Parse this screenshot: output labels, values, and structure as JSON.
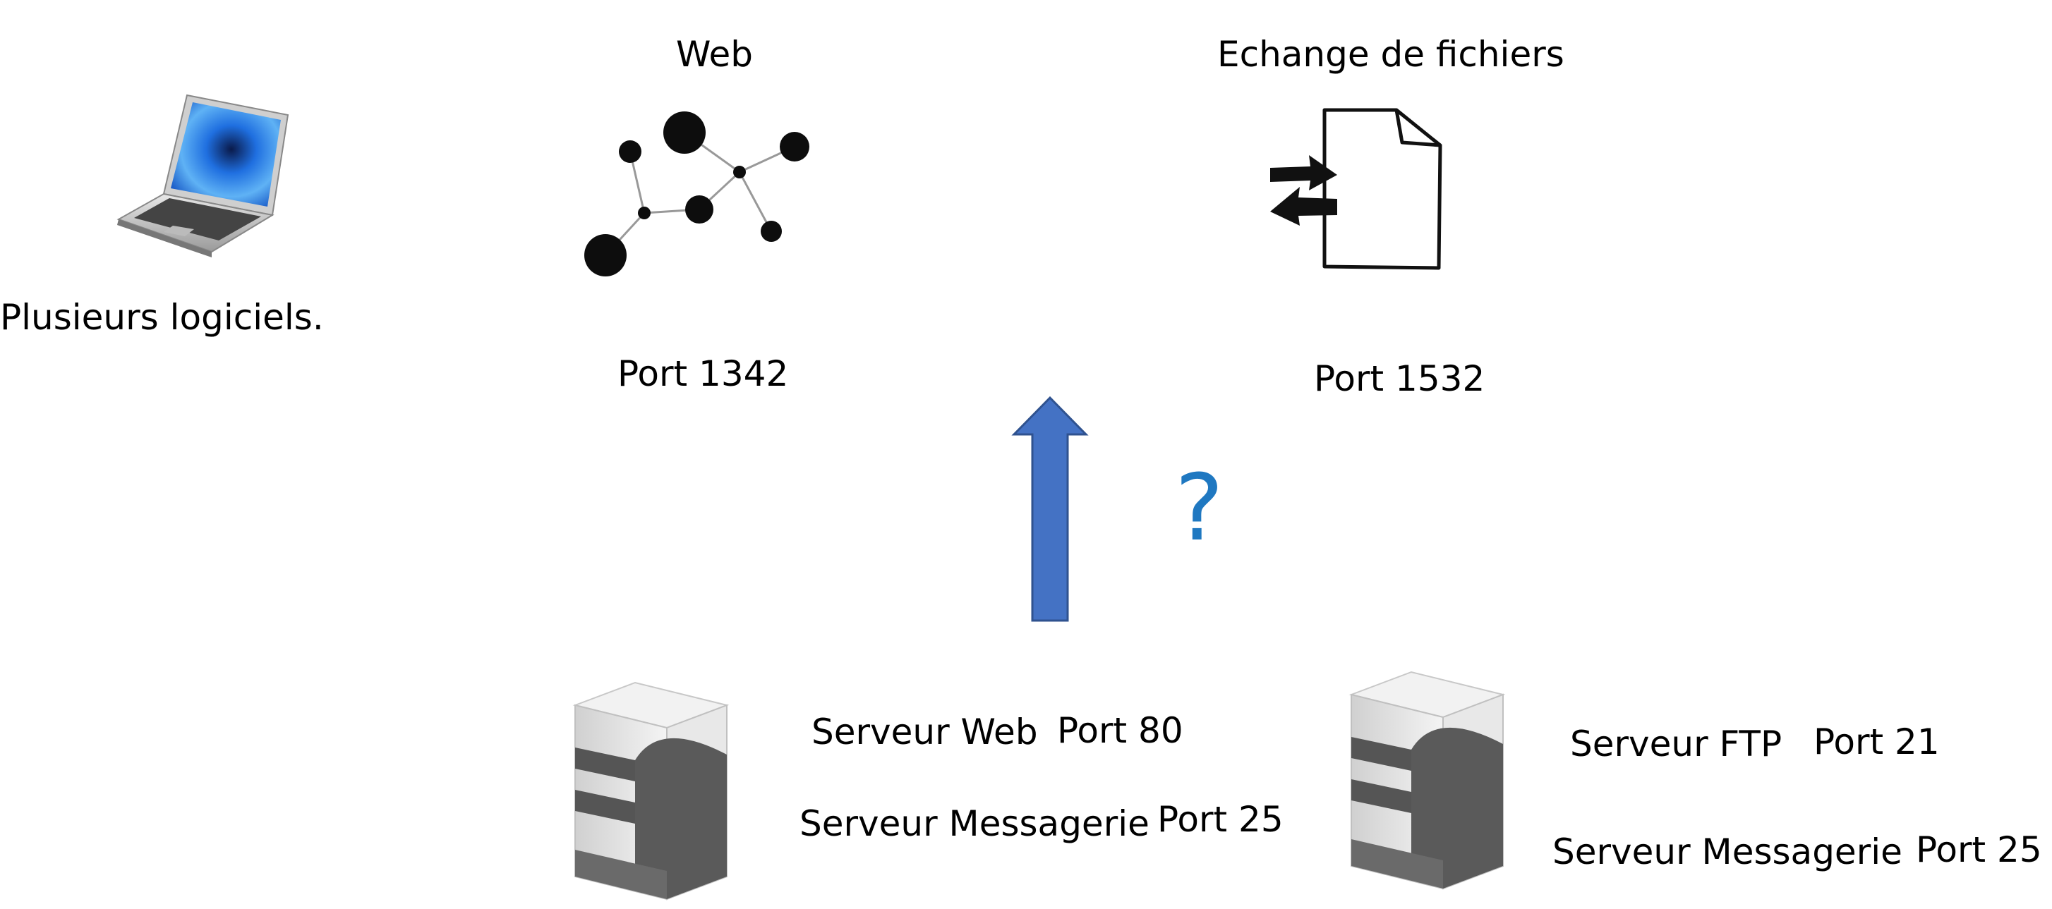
{
  "client": {
    "caption": "Plusieurs logiciels.",
    "laptop_icon": "laptop-icon"
  },
  "apps": {
    "web": {
      "title": "Web",
      "port": "Port 1342",
      "icon": "network-graph-icon"
    },
    "files": {
      "title": "Echange de fichiers",
      "port": "Port 1532",
      "icon": "file-transfer-icon"
    }
  },
  "flow": {
    "question": "?",
    "arrow_color": "#4472c4",
    "question_color": "#1f78c1"
  },
  "server1": {
    "icon": "server-icon",
    "services": [
      {
        "name": "Serveur Web",
        "port": "Port 80"
      },
      {
        "name": "Serveur Messagerie",
        "port": "Port 25"
      }
    ]
  },
  "server2": {
    "icon": "server-icon",
    "services": [
      {
        "name": "Serveur FTP",
        "port": "Port 21"
      },
      {
        "name": "Serveur Messagerie",
        "port": "Port 25"
      }
    ]
  }
}
